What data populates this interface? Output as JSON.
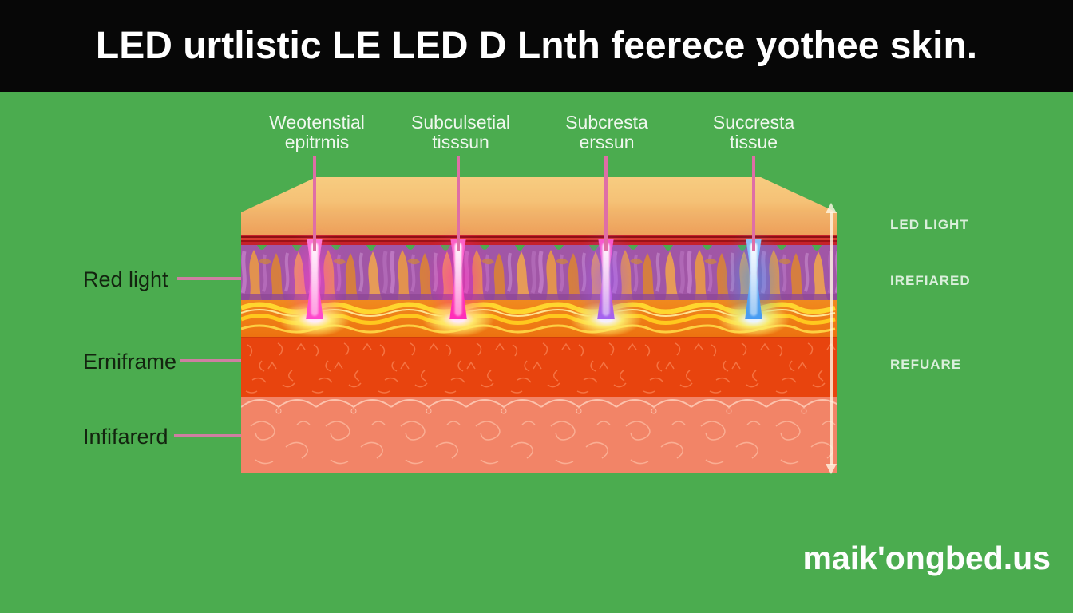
{
  "header": {
    "title": "LED urtlistic LE LED D Lnth feerece yothee skin."
  },
  "top_labels": [
    {
      "text": "Weotenstial\nepitrmis"
    },
    {
      "text": "Subculsetial\ntisssun"
    },
    {
      "text": "Subcresta\nerssun"
    },
    {
      "text": "Succresta\ntissue"
    }
  ],
  "left_labels": [
    {
      "text": "Red light"
    },
    {
      "text": "Erniframe"
    },
    {
      "text": "Infifarerd"
    }
  ],
  "right_labels": [
    {
      "text": "LED LIGHT"
    },
    {
      "text": "IREFIARED"
    },
    {
      "text": "REFUARE"
    }
  ],
  "watermark": "maik'ongbed.us",
  "colors": {
    "background_green": "#4bac4f",
    "header_black": "#070707",
    "title_white": "#ffffff",
    "leader_line_pink": "#df6ea6",
    "epidermis_tan": "#f5c176",
    "red_band": "#c6212b",
    "dermis_purple": "#a156a6",
    "dermis_swirl_orange": "#e0914f",
    "fat_wave_yellow": "#ffd62e",
    "muscle_orange_red": "#e8440e",
    "deep_salmon": "#f28467",
    "beam_1_pink": "#ff3ecb",
    "beam_2_magenta": "#ff22b6",
    "beam_3_pink_violet": "#c84ae0",
    "beam_4_blue": "#3d96f2"
  }
}
